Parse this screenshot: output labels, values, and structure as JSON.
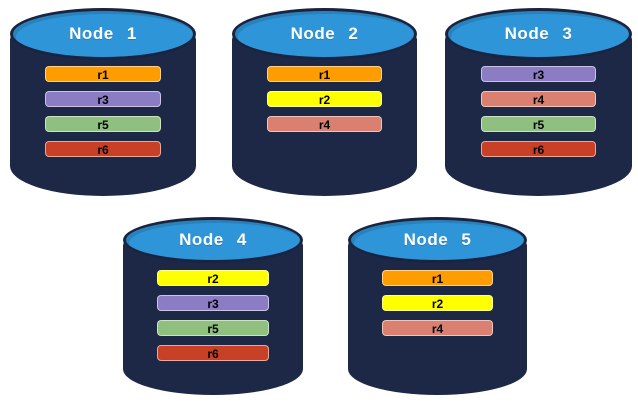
{
  "diagram": {
    "replica_colors": {
      "r1": "#FF9D00",
      "r2": "#FFFF00",
      "r3": "#8B7CC4",
      "r4": "#D98070",
      "r5": "#90C080",
      "r6": "#C84127"
    },
    "node_style": {
      "body_color": "#1D2847",
      "top_color": "#2E96D8",
      "outline_color": "#1A2441",
      "title_color": "#FFFFFF",
      "bar_text_color": "#000000"
    },
    "nodes": [
      {
        "label": "Node 1",
        "replicas": [
          "r1",
          "r3",
          "r5",
          "r6"
        ]
      },
      {
        "label": "Node 2",
        "replicas": [
          "r1",
          "r2",
          "r4"
        ]
      },
      {
        "label": "Node 3",
        "replicas": [
          "r3",
          "r4",
          "r5",
          "r6"
        ]
      },
      {
        "label": "Node 4",
        "replicas": [
          "r2",
          "r3",
          "r5",
          "r6"
        ]
      },
      {
        "label": "Node 5",
        "replicas": [
          "r1",
          "r2",
          "r4"
        ]
      }
    ]
  }
}
